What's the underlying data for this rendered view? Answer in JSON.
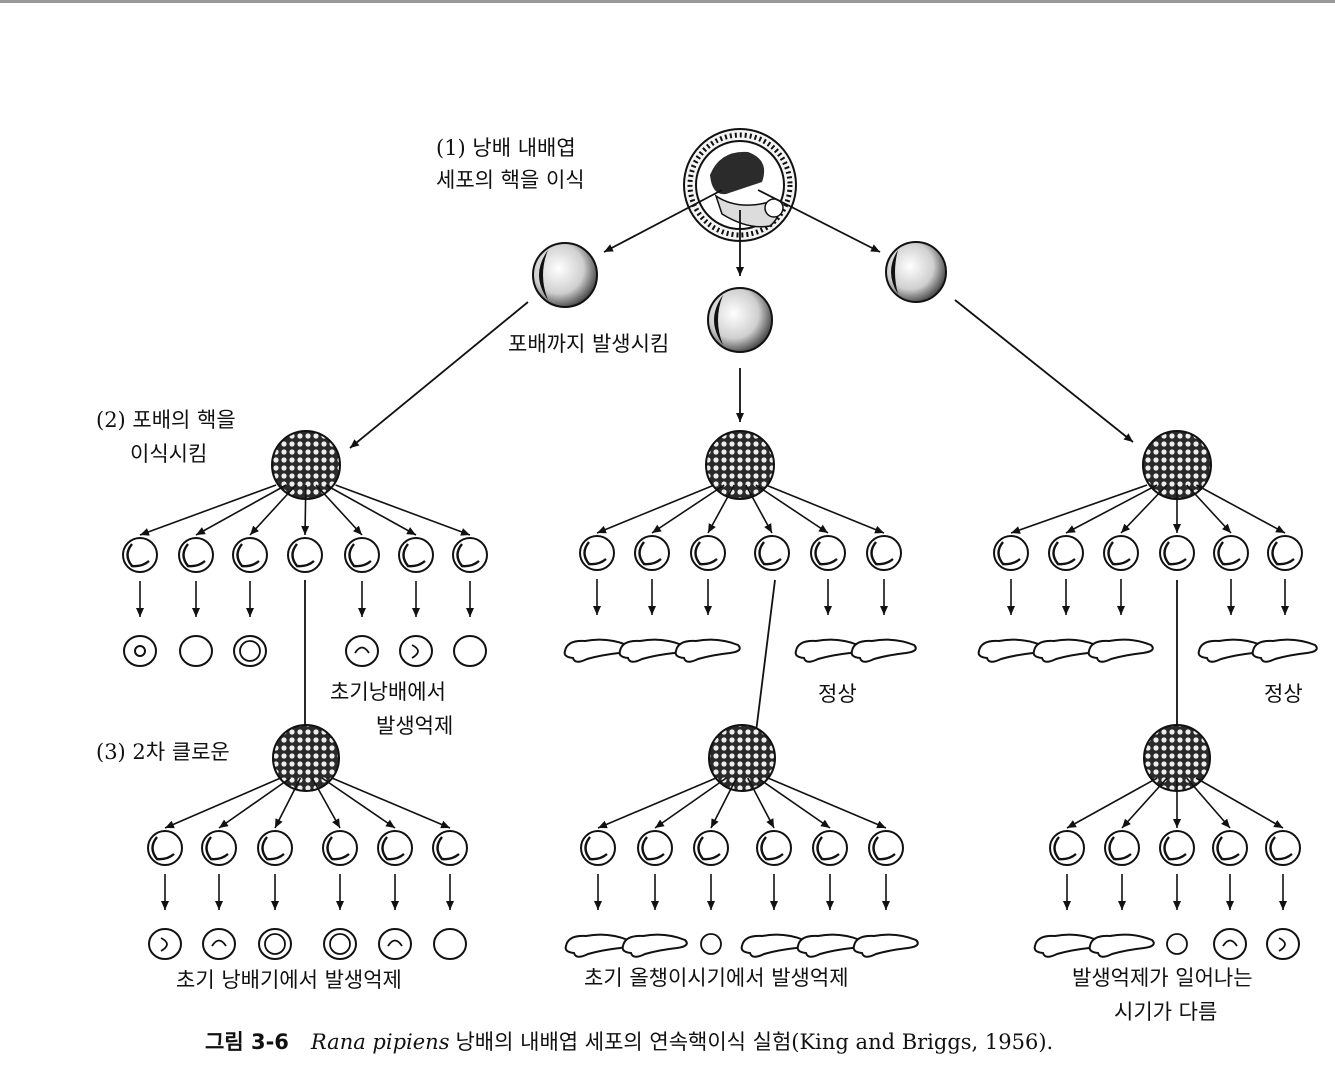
{
  "labels": {
    "step1_line1": "(1) 낭배 내배엽",
    "step1_line2": "세포의 핵을 이식",
    "develop_to_blastula": "포배까지 발생시킴",
    "step2_line1": "(2) 포배의 핵을",
    "step2_line2": "이식시킴",
    "step3": "(3) 2차 클로운",
    "arrest_gastrula_line1": "초기낭배에서",
    "arrest_gastrula_line2": "발생억제",
    "normal_middle": "정상",
    "normal_right": "정상",
    "bottom_left": "초기 낭배기에서 발생억제",
    "bottom_middle": "초기 올챙이시기에서 발생억제",
    "bottom_right_line1": "발생억제가 일어나는",
    "bottom_right_line2": "시기가 다름"
  },
  "caption": {
    "figure_label": "그림 3-6",
    "species": "Rana pipiens",
    "text": "낭배의 내배엽 세포의 연속핵이식 실험(King and Briggs, 1956)."
  }
}
